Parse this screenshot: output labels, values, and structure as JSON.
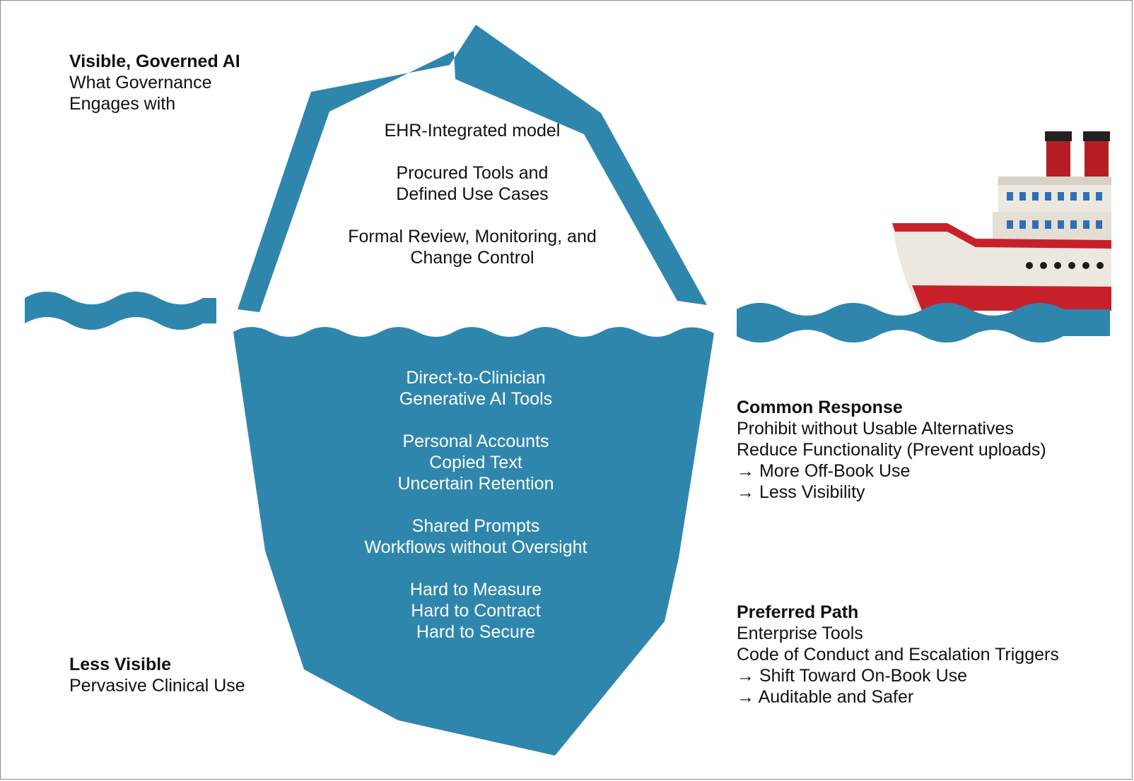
{
  "colors": {
    "water": "#2f86ad",
    "iceberg_outline": "#2f86ad",
    "iceberg_submerged": "#2f86ad",
    "ship_hull_red": "#c8202a",
    "ship_hull_white": "#ece8e0",
    "ship_funnel_red": "#b51d24",
    "ship_funnel_black": "#222222"
  },
  "visible_ai": {
    "heading": "Visible, Governed AI",
    "lines": [
      "What Governance",
      "Engages with"
    ]
  },
  "above_water_items": [
    [
      "EHR-Integrated model"
    ],
    [
      "Procured Tools and",
      "Defined Use Cases"
    ],
    [
      "Formal Review, Monitoring, and",
      "Change Control"
    ]
  ],
  "below_water_items": [
    [
      "Direct-to-Clinician",
      "Generative AI Tools"
    ],
    [
      "Personal Accounts",
      "Copied Text",
      "Uncertain Retention"
    ],
    [
      "Shared Prompts",
      "Workflows without Oversight"
    ],
    [
      "Hard to Measure",
      "Hard to Contract",
      "Hard to Secure"
    ]
  ],
  "less_visible": {
    "heading": "Less Visible",
    "lines": [
      "Pervasive Clinical Use"
    ]
  },
  "common_response": {
    "heading": "Common Response",
    "lines": [
      "Prohibit without Usable Alternatives",
      "Reduce Functionality (Prevent uploads)",
      "→ More Off-Book Use",
      "→ Less Visibility"
    ]
  },
  "preferred_path": {
    "heading": "Preferred Path",
    "lines": [
      "Enterprise Tools",
      "Code of Conduct and Escalation Triggers",
      "→ Shift Toward On-Book Use",
      "→ Auditable and Safer"
    ]
  },
  "icons": [
    "iceberg-icon",
    "ship-icon",
    "water-waves-icon"
  ]
}
